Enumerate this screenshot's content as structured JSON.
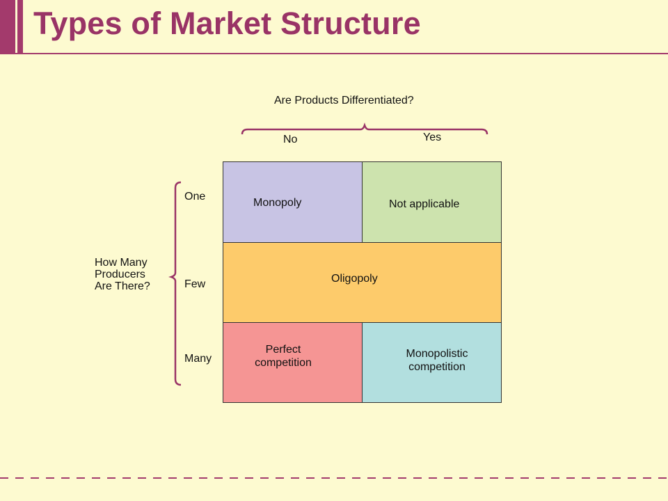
{
  "slide": {
    "title": "Types of Market Structure"
  },
  "diagram": {
    "column_question": "Are Products Differentiated?",
    "column_no": "No",
    "column_yes": "Yes",
    "row_question": "How Many\nProducers\nAre There?",
    "row_one": "One",
    "row_few": "Few",
    "row_many": "Many",
    "cells": {
      "monopoly": "Monopoly",
      "not_applicable": "Not applicable",
      "oligopoly": "Oligopoly",
      "perfect_competition": "Perfect\ncompetition",
      "monopolistic_competition": "Monopolistic\ncompetition"
    },
    "colors": {
      "background": "#fdfad0",
      "accent": "#993366",
      "monopoly": "#c8c4e4",
      "not_applicable": "#cde3ae",
      "oligopoly": "#fdcb6b",
      "perfect_competition": "#f59594",
      "monopolistic_competition": "#b2dfdf",
      "brace": "#993366"
    }
  }
}
